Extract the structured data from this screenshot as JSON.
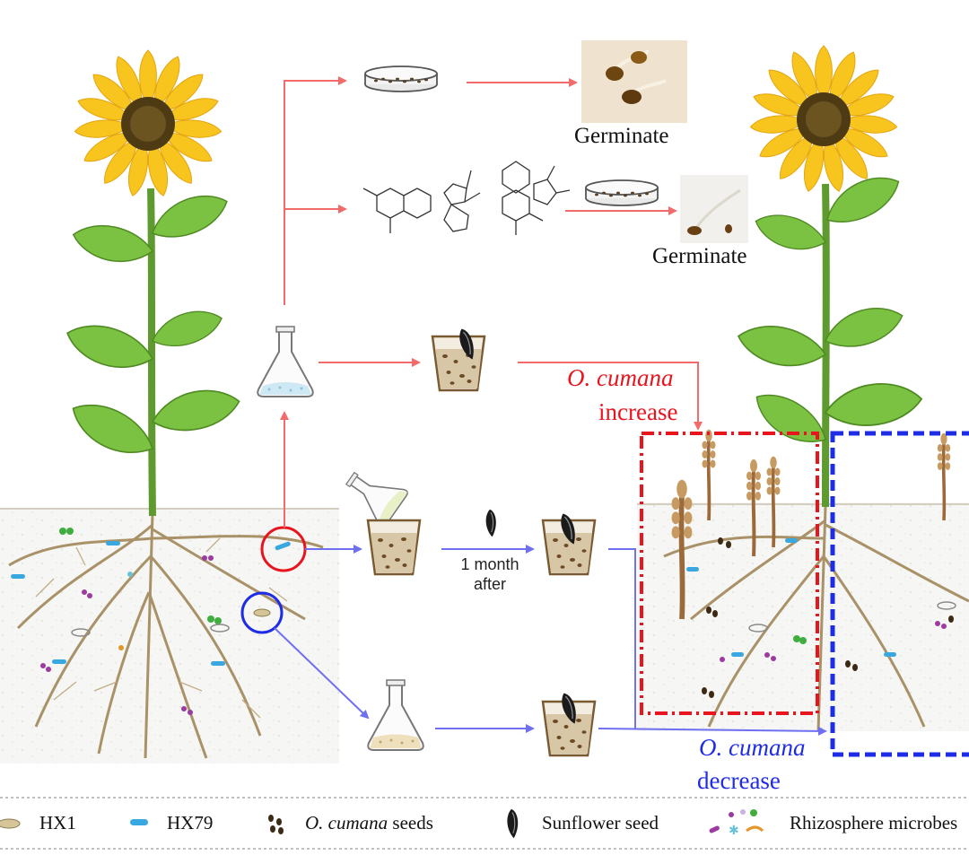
{
  "labels": {
    "germinate_top": "Germinate",
    "germinate_mid": "Germinate",
    "increase_species": "O. cumana",
    "increase_word": "increase",
    "decrease_species": "O. cumana",
    "decrease_word": "decrease",
    "month_line1": "1 month",
    "month_line2": "after"
  },
  "legend": {
    "hx1": "HX1",
    "hx79": "HX79",
    "seeds_species": "O. cumana",
    "seeds_word": " seeds",
    "sunflower_seed": "Sunflower seed",
    "microbes": "Rhizosphere microbes"
  },
  "colors": {
    "red_arrow": "#f26a6a",
    "blue_arrow": "#6f6ff2",
    "red_box": "#e8141e",
    "blue_box": "#1f2ce6",
    "petal": "#f7c51e",
    "leaf": "#7cc242",
    "stem": "#5e9a2f"
  },
  "icons": {
    "plant": "sunflower-plant-icon",
    "petri": "petri-dish-icon",
    "flask": "flask-icon",
    "pot": "pot-icon",
    "seed": "sunflower-seed-icon",
    "broomrape": "broomrape-icon"
  }
}
